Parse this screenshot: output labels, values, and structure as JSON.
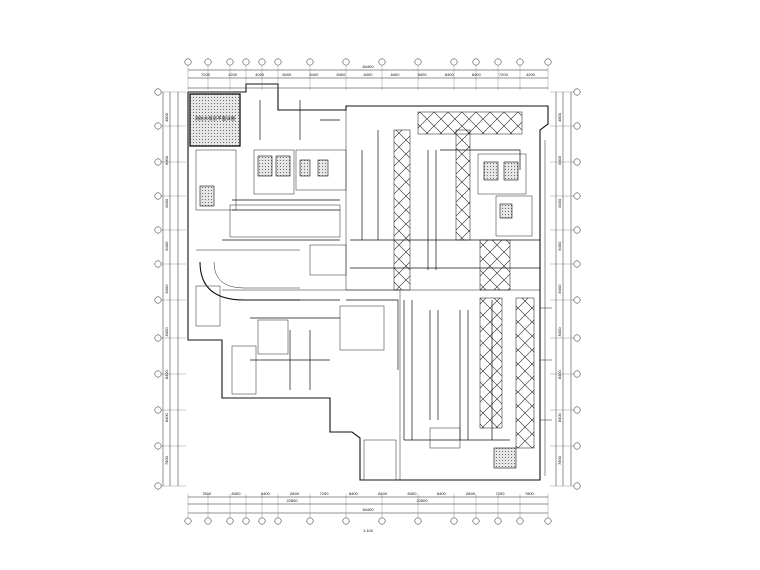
{
  "drawing": {
    "room_label": "消防水泵房平面详图",
    "room_sublabel": "",
    "scale_label": "1:100",
    "top_overall_dim": "84400",
    "bottom_overall_dim": "84400",
    "top_dims": [
      "7200",
      "4200",
      "4000",
      "8400",
      "8400",
      "8400",
      "8400",
      "8400",
      "8400",
      "8400",
      "8400",
      "7200",
      "4200"
    ],
    "bottom_dims": [
      "7800",
      "8400",
      "6400",
      "8400",
      "7200",
      "8400",
      "8400",
      "8400",
      "8400",
      "8400",
      "7200",
      "7800"
    ],
    "bottom_mid_dims": [
      "22800",
      "22800"
    ],
    "left_dims": [
      "4800",
      "8400",
      "8400",
      "8400",
      "8400",
      "8400",
      "8400",
      "8400",
      "7800"
    ],
    "right_dims": [
      "4800",
      "8400",
      "8400",
      "8400",
      "8400",
      "8400",
      "8400",
      "8400",
      "7800"
    ]
  },
  "colors": {
    "line": "#111111",
    "background": "#ffffff"
  }
}
